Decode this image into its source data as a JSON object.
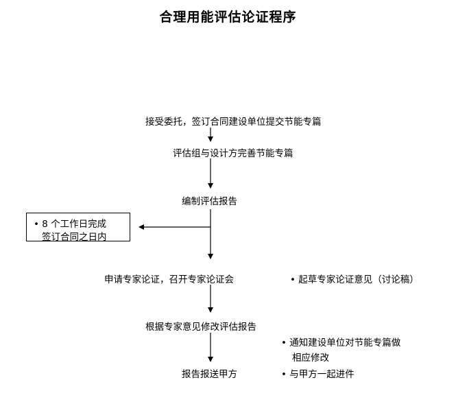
{
  "title": "合理用能评估论证程序",
  "steps": [
    "接受委托，签订合同建设单位提交节能专篇",
    "评估组与设计方完善节能专篇",
    "编制评估报告",
    "申请专家论证，召开专家论证会",
    "根据专家意见修改评估报告",
    "报告报送甲方"
  ],
  "box_note": {
    "line1": "• 8 个工作日完成",
    "line2": "签订合同之日内"
  },
  "side_notes": {
    "draft": "• 起草专家论证意见（讨论稿）",
    "notify_line1": "• 通知建设单位对节能专篇做",
    "notify_line2": "相应修改",
    "submit": "• 与甲方一起进件"
  }
}
